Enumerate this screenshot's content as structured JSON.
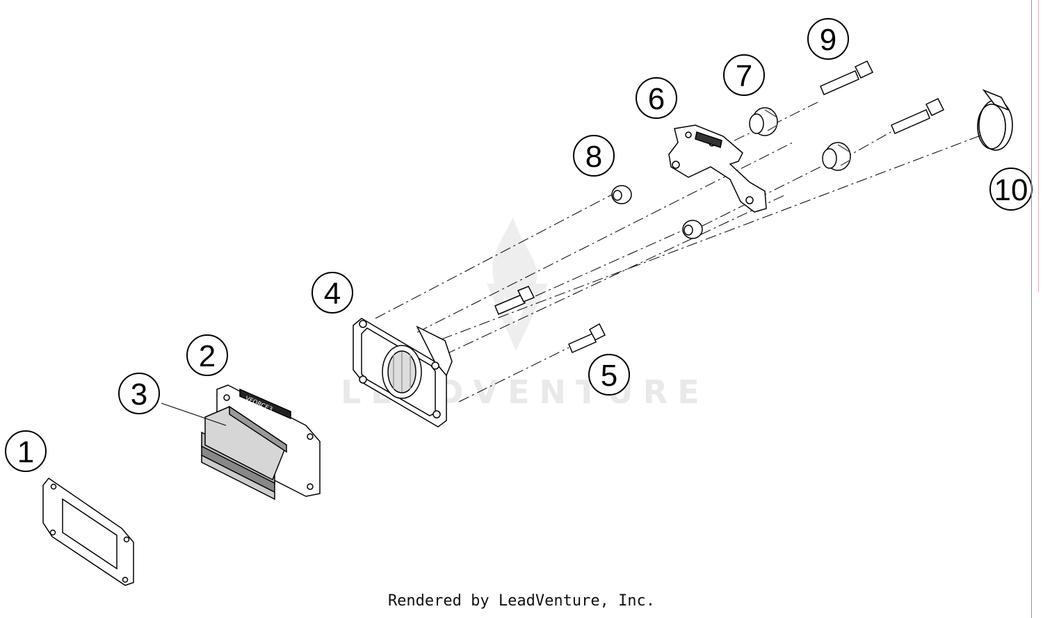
{
  "diagram": {
    "callouts": [
      {
        "id": "1",
        "label": "1"
      },
      {
        "id": "2",
        "label": "2"
      },
      {
        "id": "3",
        "label": "3"
      },
      {
        "id": "4",
        "label": "4"
      },
      {
        "id": "5",
        "label": "5"
      },
      {
        "id": "6",
        "label": "6"
      },
      {
        "id": "7",
        "label": "7"
      },
      {
        "id": "8",
        "label": "8"
      },
      {
        "id": "9",
        "label": "9"
      },
      {
        "id": "10",
        "label": "10"
      }
    ],
    "reed_block_stamp": "VFORCE3",
    "watermark": "LEADVENTURE"
  },
  "footer": {
    "text": "Rendered by LeadVenture, Inc."
  }
}
